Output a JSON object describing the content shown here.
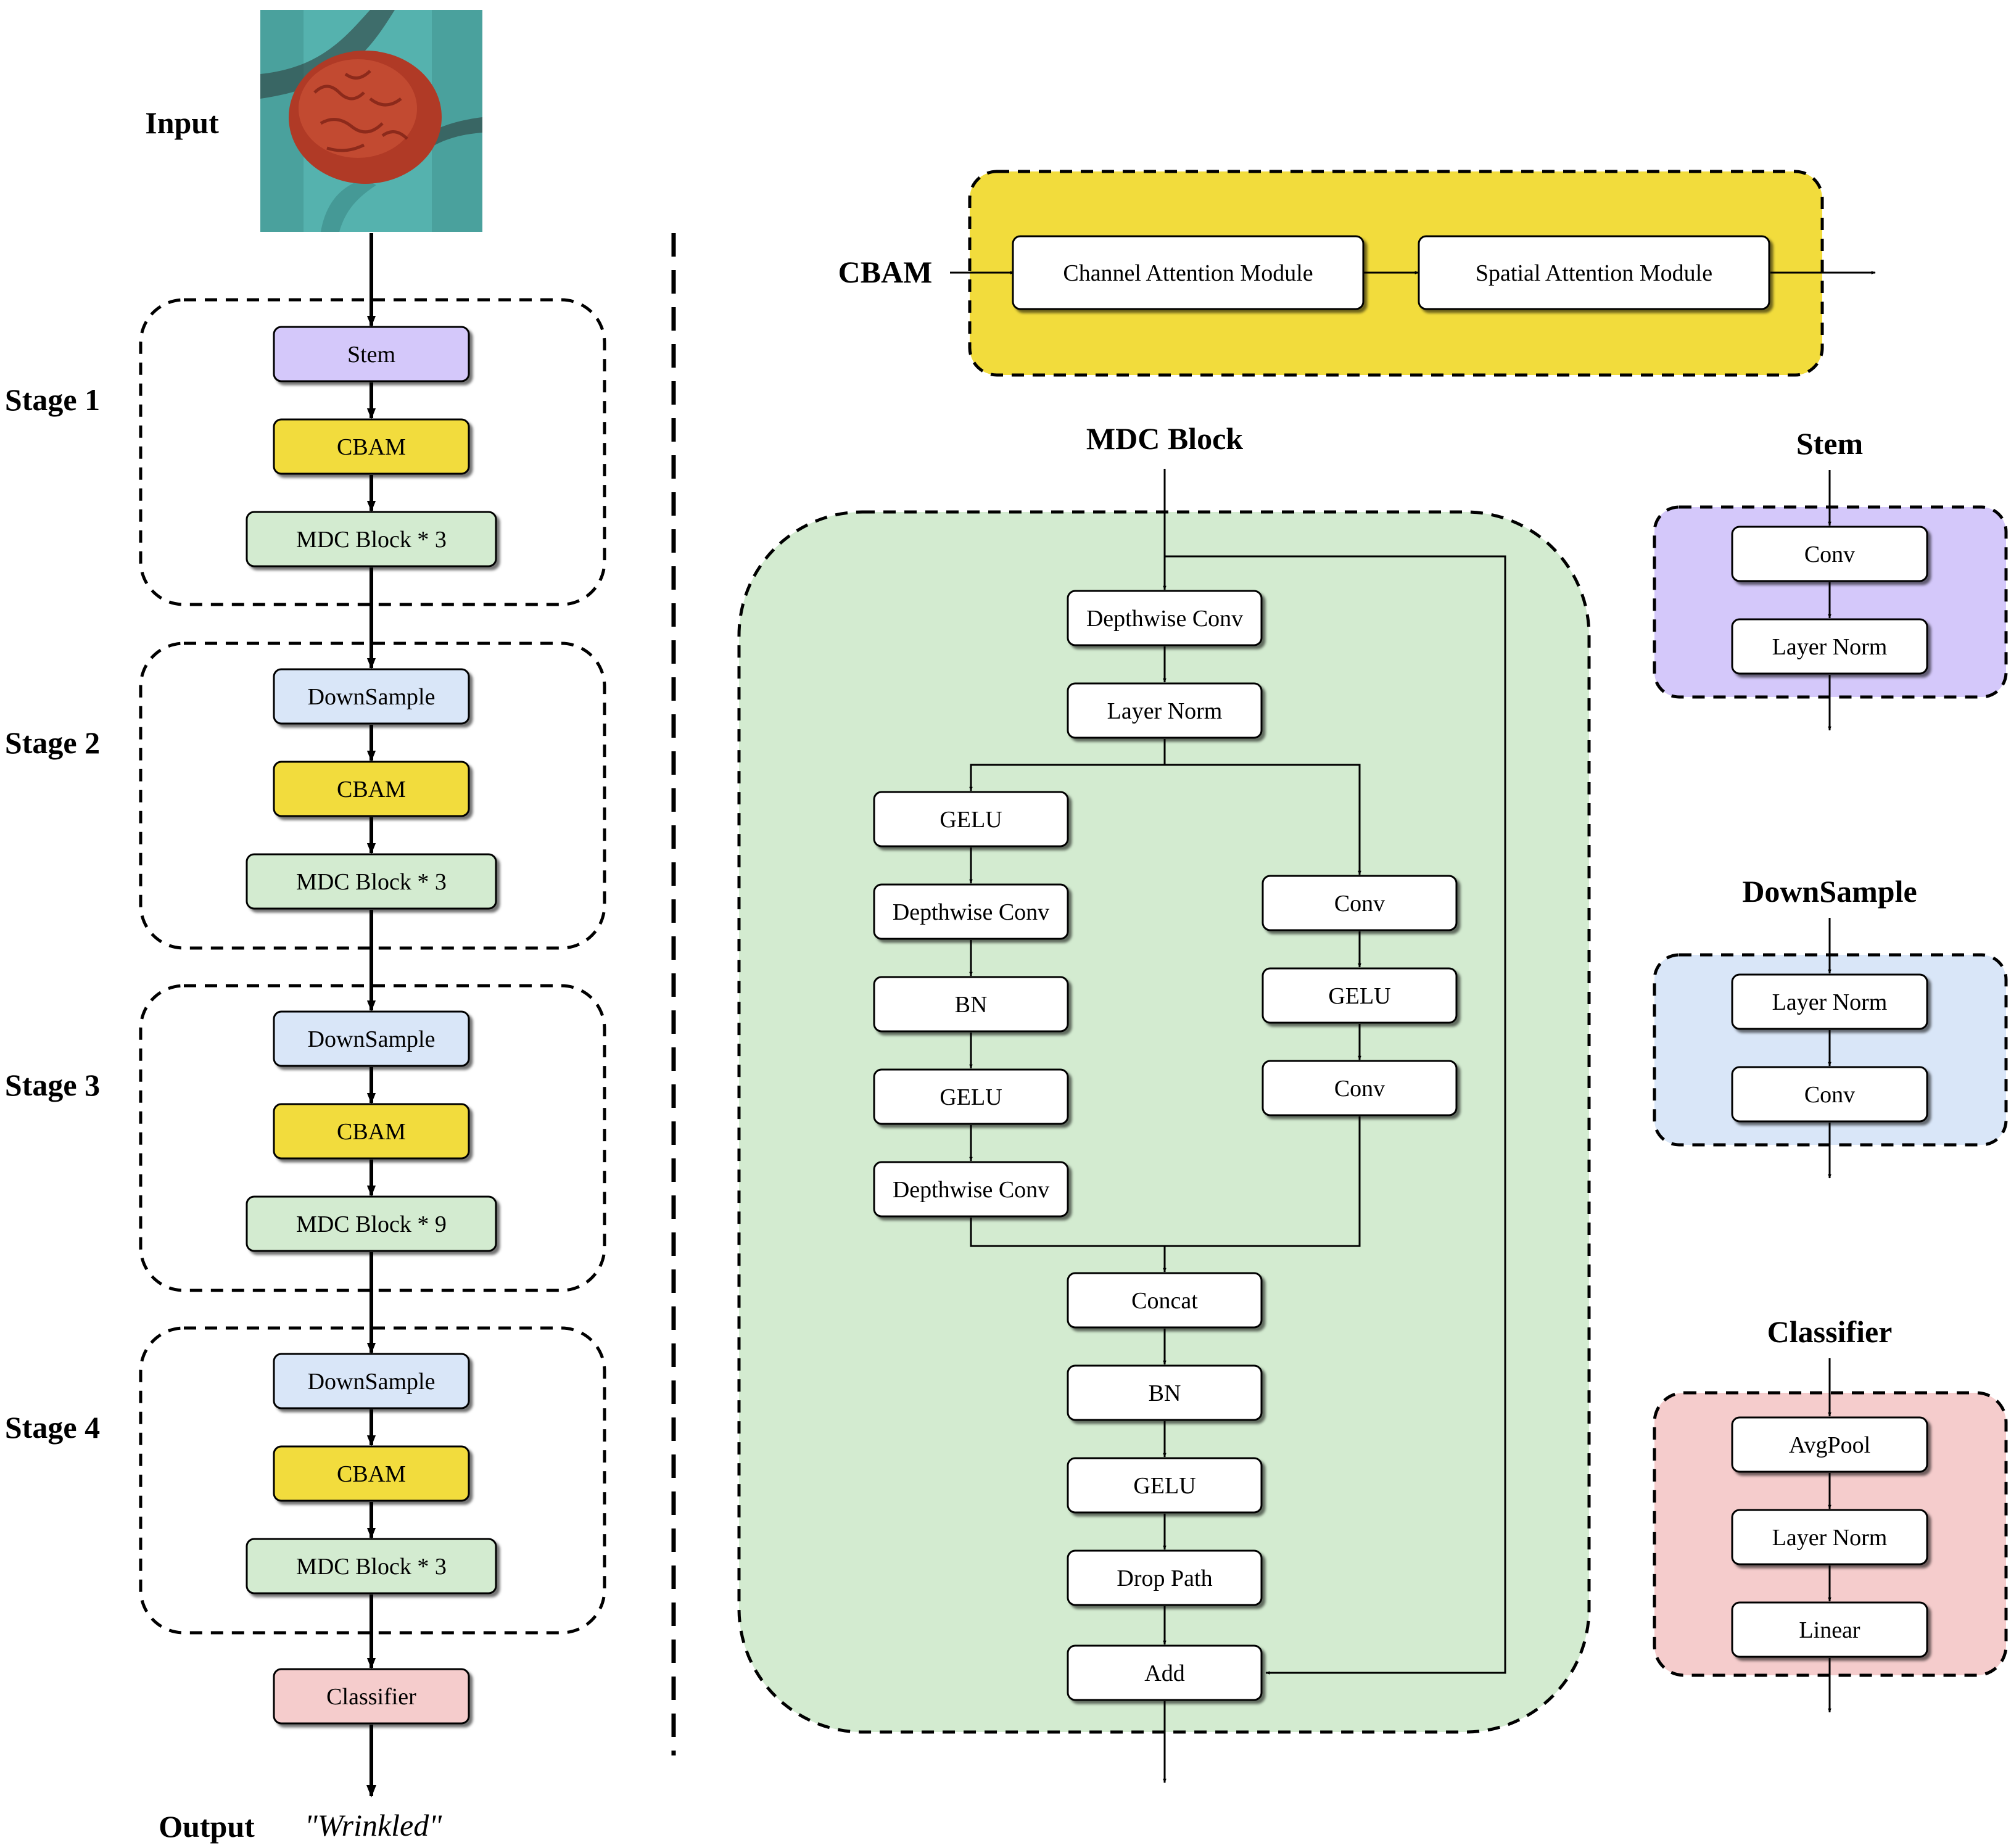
{
  "input_label": "Input",
  "output_label": "Output",
  "output_value": "\"Wrinkled\"",
  "stages": [
    {
      "label": "Stage 1",
      "blocks": [
        "Stem",
        "CBAM",
        "MDC Block * 3"
      ]
    },
    {
      "label": "Stage 2",
      "blocks": [
        "DownSample",
        "CBAM",
        "MDC Block * 3"
      ]
    },
    {
      "label": "Stage 3",
      "blocks": [
        "DownSample",
        "CBAM",
        "MDC Block * 9"
      ]
    },
    {
      "label": "Stage 4",
      "blocks": [
        "DownSample",
        "CBAM",
        "MDC Block * 3"
      ]
    }
  ],
  "classifier_block": "Classifier",
  "cbam": {
    "title": "CBAM",
    "channel": "Channel Attention Module",
    "spatial": "Spatial Attention Module"
  },
  "mdc": {
    "title": "MDC Block",
    "depthwise_conv": "Depthwise Conv",
    "layer_norm": "Layer Norm",
    "left_branch": [
      "GELU",
      "Depthwise Conv",
      "BN",
      "GELU",
      "Depthwise Conv"
    ],
    "right_branch": [
      "Conv",
      "GELU",
      "Conv"
    ],
    "tail": [
      "Concat",
      "BN",
      "GELU",
      "Drop Path",
      "Add"
    ]
  },
  "stem": {
    "title": "Stem",
    "blocks": [
      "Conv",
      "Layer Norm"
    ]
  },
  "downsample": {
    "title": "DownSample",
    "blocks": [
      "Layer Norm",
      "Conv"
    ]
  },
  "classifier": {
    "title": "Classifier",
    "blocks": [
      "AvgPool",
      "Layer Norm",
      "Linear"
    ]
  },
  "colors": {
    "stem": "#d4c8fa",
    "cbam": "#f2dc3c",
    "mdc": "#d3ebd0",
    "downsample": "#d9e6f8",
    "classifier": "#f5cccc",
    "white": "#ffffff"
  }
}
